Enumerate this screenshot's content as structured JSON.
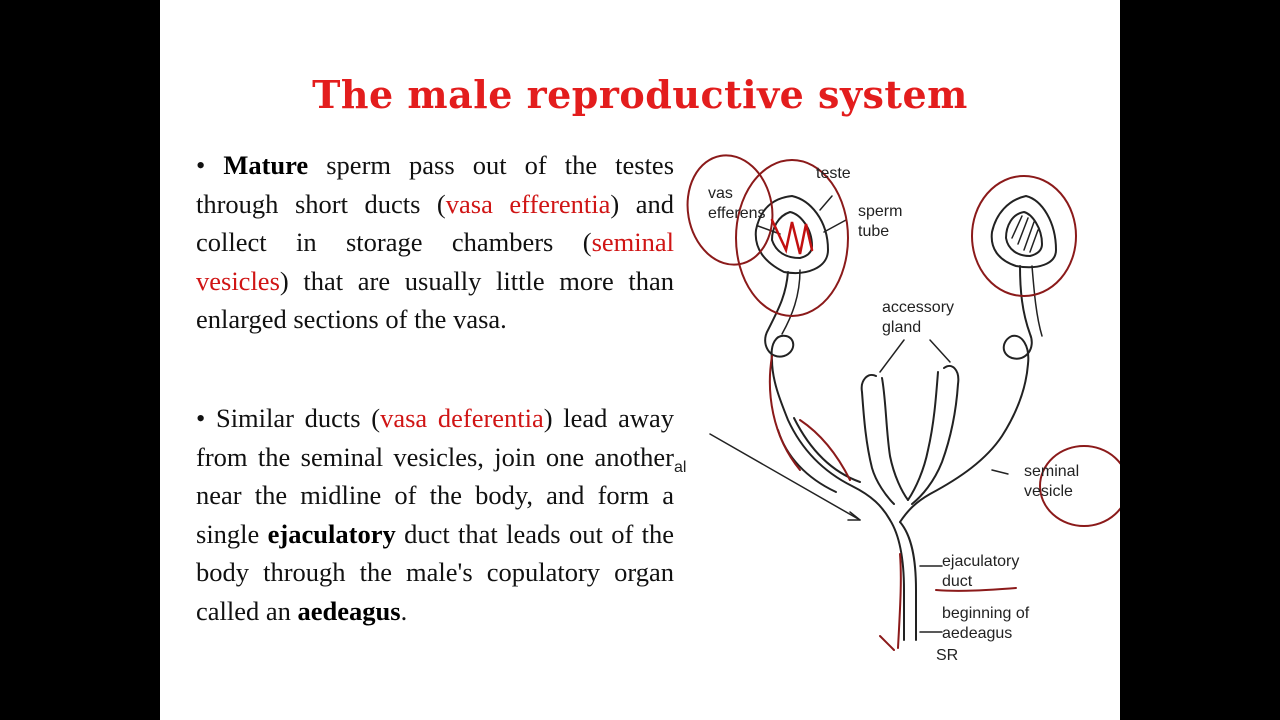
{
  "slide": {
    "title": "The male reproductive system",
    "para1": {
      "bullet": "•",
      "mature": "Mature",
      "t1": " sperm pass out of the testes through short ducts (",
      "vasa_efferentia": "vasa efferentia",
      "t2": ") and collect in storage chambers (",
      "seminal_vesicles": "seminal vesicles",
      "t3": ") that are usually little more than enlarged sections of the vasa."
    },
    "para2": {
      "bullet": "•",
      "t1": " Similar ducts (",
      "vasa_deferentia": "vasa deferentia",
      "t2": ") lead away from the seminal vesicles, join one another near the midline of the body, and form a single ",
      "ejaculatory": "ejaculatory",
      "t3": " duct that leads out of the body through the male's copulatory organ called an ",
      "aedeagus": "aedeagus",
      "t4": "."
    }
  },
  "diagram": {
    "labels": {
      "vas": "vas",
      "efferens": "efferens",
      "teste": "teste",
      "sperm": "sperm",
      "tube": "tube",
      "accessory": "accessory",
      "gland": "gland",
      "seminal": "seminal",
      "vesicle": "vesicle",
      "ejaculatory": "ejaculatory",
      "duct": "duct",
      "beginning_of": "beginning of",
      "aedeagus": "aedeagus",
      "partial": "al",
      "signature": "SR"
    }
  },
  "colors": {
    "title": "#e31d1d",
    "highlight": "#d01515",
    "annotation": "#8b1a1a"
  }
}
